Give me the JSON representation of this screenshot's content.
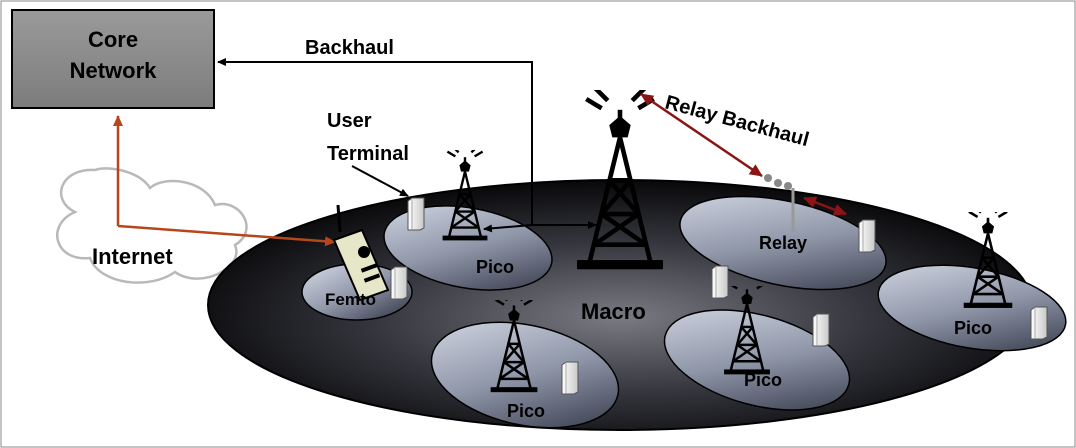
{
  "labels": {
    "core_network_line1": "Core",
    "core_network_line2": "Network",
    "backhaul": "Backhaul",
    "relay_backhaul": "Relay Backhaul",
    "user_terminal_line1": "User",
    "user_terminal_line2": "Terminal",
    "internet": "Internet",
    "femto": "Femto",
    "pico_1": "Pico",
    "pico_2": "Pico",
    "pico_3": "Pico",
    "pico_4": "Pico",
    "macro": "Macro",
    "relay": "Relay"
  },
  "colors": {
    "core_box": "#8c8c8c",
    "internet_link": "#b5471b",
    "relay_backhaul": "#8b1414",
    "cloud": "#b9b9b9"
  }
}
